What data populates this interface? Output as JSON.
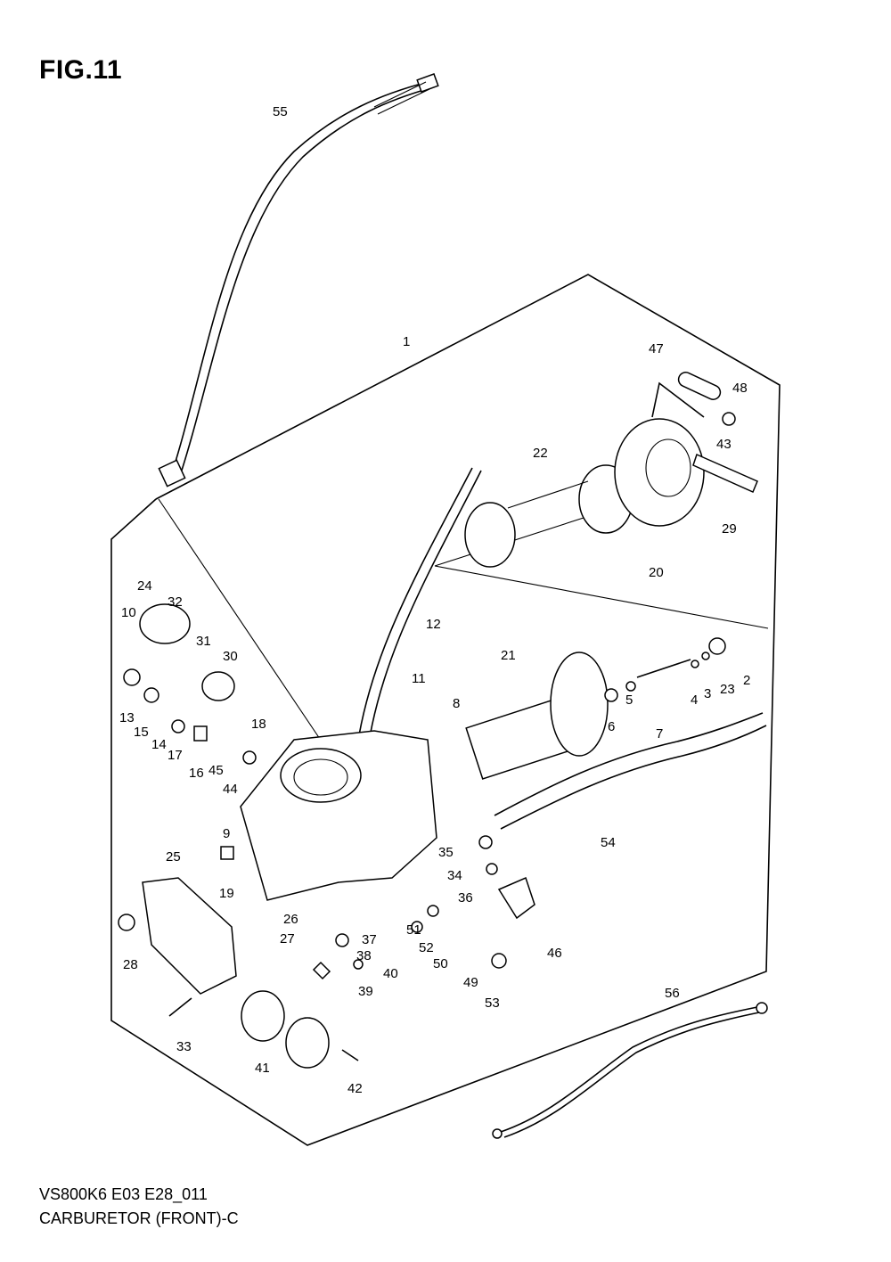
{
  "figure": {
    "title": "FIG.11",
    "model_code": "VS800K6 E03 E28_011",
    "name": "CARBURETOR (FRONT)-C"
  },
  "callouts": [
    "55",
    "1",
    "47",
    "48",
    "43",
    "22",
    "29",
    "20",
    "24",
    "32",
    "10",
    "31",
    "30",
    "12",
    "11",
    "21",
    "8",
    "6",
    "5",
    "7",
    "4",
    "3",
    "23",
    "2",
    "13",
    "15",
    "14",
    "17",
    "16",
    "18",
    "45",
    "44",
    "9",
    "25",
    "19",
    "26",
    "27",
    "28",
    "35",
    "34",
    "54",
    "36",
    "46",
    "51",
    "52",
    "50",
    "49",
    "53",
    "37",
    "38",
    "40",
    "39",
    "33",
    "41",
    "42",
    "56"
  ]
}
